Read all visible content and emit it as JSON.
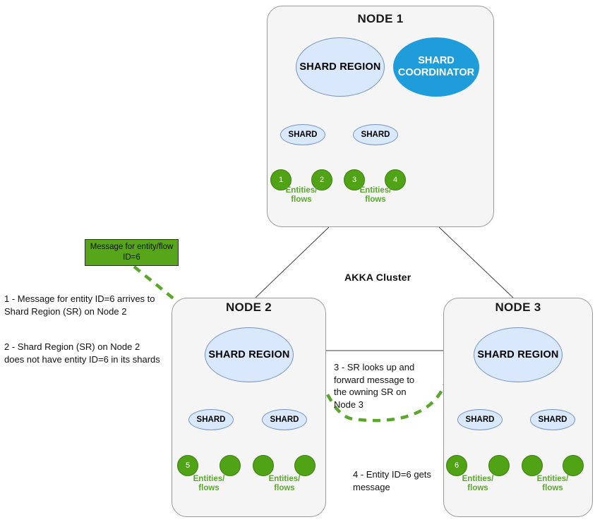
{
  "diagram": {
    "cluster_label": "AKKA Cluster",
    "nodes": [
      {
        "id": "node1",
        "title": "NODE 1",
        "region_label": "SHARD REGION",
        "coordinator_label_line1": "SHARD",
        "coordinator_label_line2": "COORDINATOR",
        "has_coordinator": true,
        "shards": [
          {
            "label": "SHARD",
            "entities": [
              "1",
              "2"
            ],
            "caption_line1": "Entities/",
            "caption_line2": "flows"
          },
          {
            "label": "SHARD",
            "entities": [
              "3",
              "4"
            ],
            "caption_line1": "Entities/",
            "caption_line2": "flows"
          }
        ]
      },
      {
        "id": "node2",
        "title": "NODE 2",
        "region_label": "SHARD REGION",
        "has_coordinator": false,
        "shards": [
          {
            "label": "SHARD",
            "entities": [
              "5",
              ""
            ],
            "caption_line1": "Entities/",
            "caption_line2": "flows"
          },
          {
            "label": "SHARD",
            "entities": [
              "",
              ""
            ],
            "caption_line1": "Entities/",
            "caption_line2": "flows"
          }
        ]
      },
      {
        "id": "node3",
        "title": "NODE 3",
        "region_label": "SHARD REGION",
        "has_coordinator": false,
        "shards": [
          {
            "label": "SHARD",
            "entities": [
              "6",
              ""
            ],
            "caption_line1": "Entities/",
            "caption_line2": "flows"
          },
          {
            "label": "SHARD",
            "entities": [
              "",
              ""
            ],
            "caption_line1": "Entities/",
            "caption_line2": "flows"
          }
        ]
      }
    ],
    "message_box": {
      "line1": "Message for entity/flow",
      "line2": "ID=6"
    },
    "steps": [
      {
        "id": "step1",
        "line1": "1 - Message for entity ID=6 arrives to",
        "line2": "Shard Region (SR) on Node 2"
      },
      {
        "id": "step2",
        "line1": "2 - Shard Region (SR) on Node 2",
        "line2": "does not have entity ID=6 in its shards"
      },
      {
        "id": "step3",
        "line1": "3 - SR looks up and",
        "line2": "forward message to",
        "line3": "the owning SR on",
        "line4": "Node 3"
      },
      {
        "id": "step4",
        "line1": "4 - Entity ID=6 gets",
        "line2": "message"
      }
    ],
    "colors": {
      "node_fill": "#f5f5f5",
      "node_border": "#9a9a9a",
      "region_fill": "#dae8fc",
      "region_border": "#7494c6",
      "coordinator_fill": "#1f9ddb",
      "entity_fill": "#4fa314",
      "entity_caption": "#5aa72b",
      "message_fill": "#57a518",
      "flow_arrow": "#5aa72b",
      "connector": "#3d3d3d"
    }
  }
}
